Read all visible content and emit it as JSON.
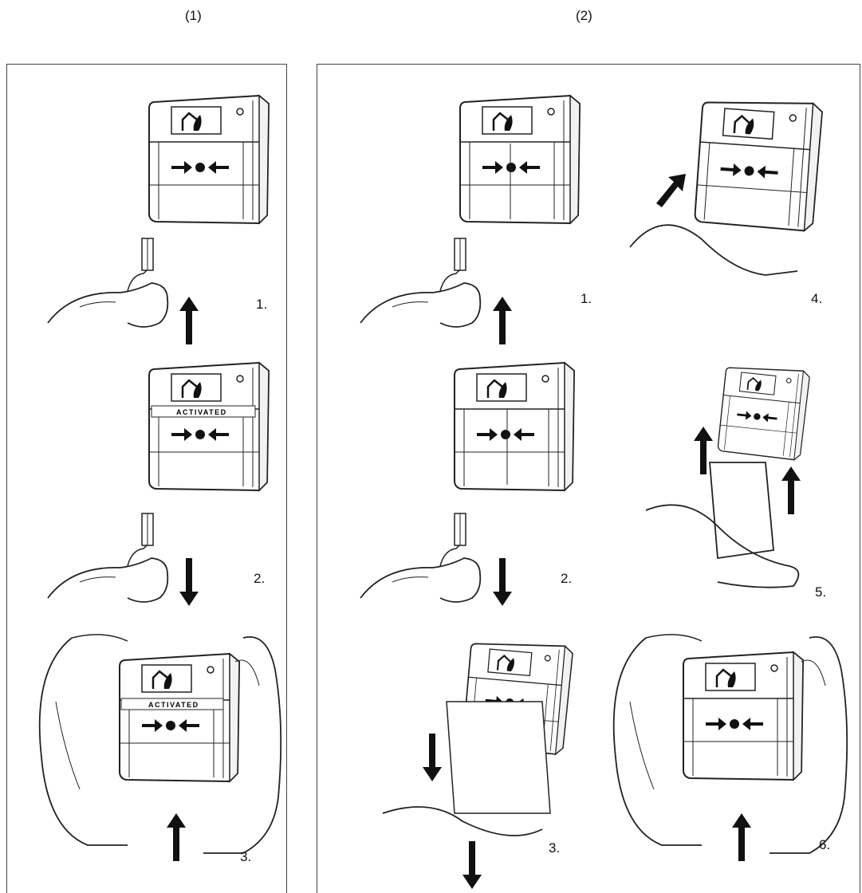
{
  "columns": [
    {
      "title": "(1)",
      "steps": [
        "1.",
        "2.",
        "3."
      ],
      "status_label": "ACTIVATED"
    },
    {
      "title": "(2)",
      "steps": [
        "1.",
        "4.",
        "2.",
        "5.",
        "3.",
        "6."
      ]
    }
  ],
  "icons": {
    "device": "manual-call-point-icon",
    "arrow": "arrow-icon",
    "hand": "hand-icon",
    "key": "reset-key-icon"
  },
  "colors": {
    "line": "#222222",
    "background": "#ffffff"
  }
}
